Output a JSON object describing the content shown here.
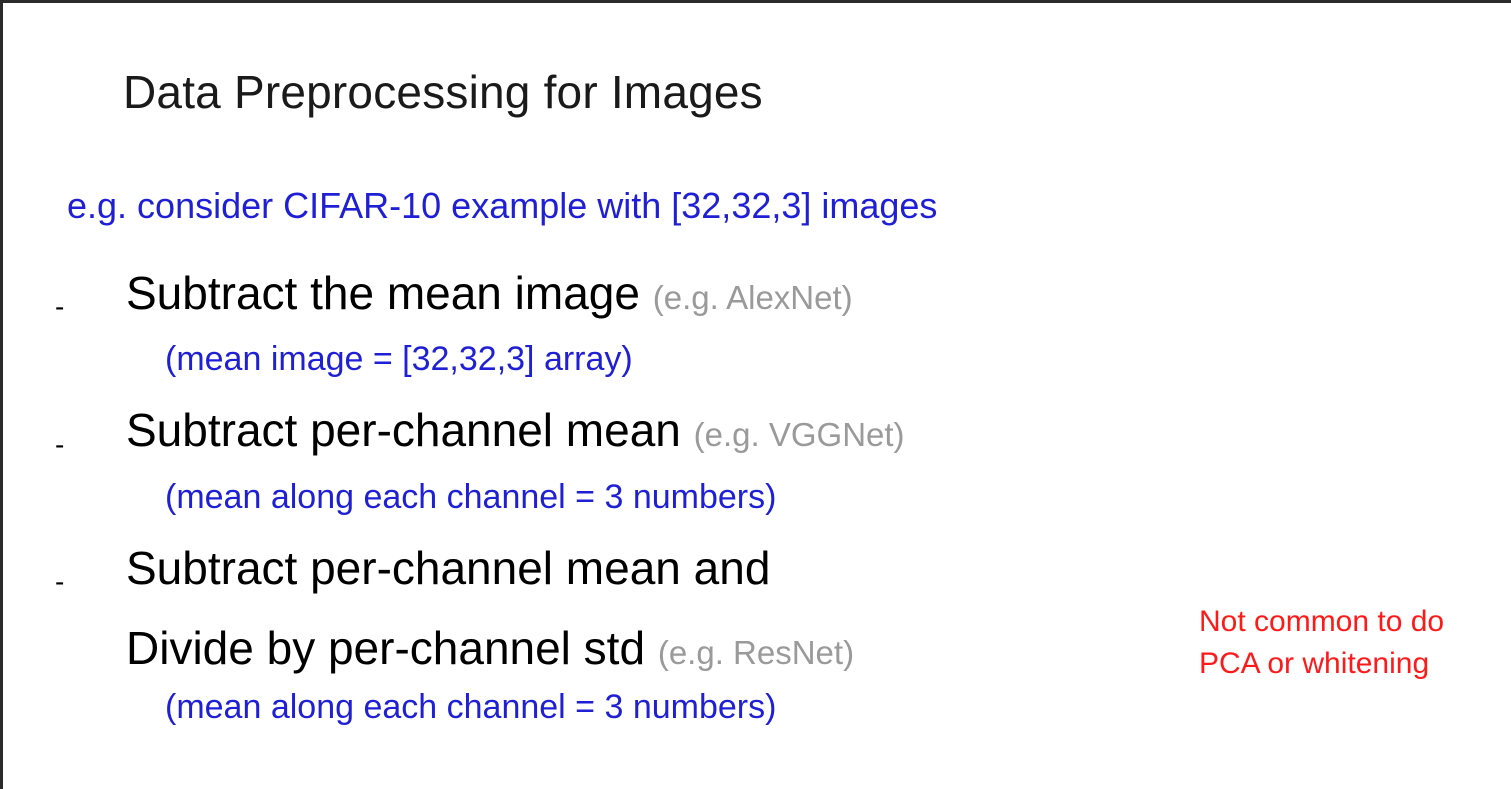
{
  "slide": {
    "title": "Data Preprocessing for Images",
    "subtitle": "e.g. consider CIFAR-10 example with [32,32,3] images",
    "bullets": [
      {
        "marker": "-",
        "text": "Subtract the mean image",
        "example": "(e.g. AlexNet)",
        "note": "(mean image = [32,32,3] array)"
      },
      {
        "marker": "-",
        "text": "Subtract per-channel mean",
        "example": "(e.g. VGGNet)",
        "note": "(mean along each channel = 3 numbers)"
      },
      {
        "marker": "-",
        "text_line1": "Subtract per-channel mean and",
        "text_line2": "Divide by per-channel std",
        "example": "(e.g. ResNet)",
        "note": "(mean along each channel = 3 numbers)"
      }
    ],
    "side_note": "Not common to do PCA or whitening"
  },
  "colors": {
    "title": "#1a1a1a",
    "body": "#000000",
    "blue": "#1f1fd6",
    "example_gray": "#9a9a9a",
    "red": "#ff1a1a",
    "frame": "#2b2b2b"
  }
}
